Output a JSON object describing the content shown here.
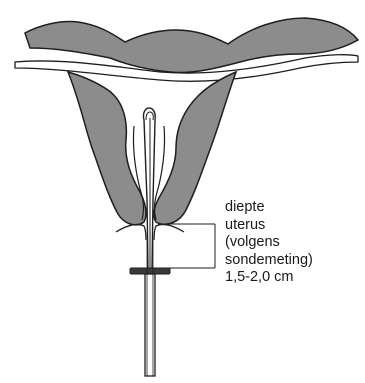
{
  "label": {
    "lines": [
      "diepte",
      "uterus",
      "(volgens",
      "sondemeting)",
      "1,5-2,0 cm"
    ]
  },
  "colors": {
    "fill": "#8c8c8c",
    "outline": "#1e1e1e",
    "background": "#ffffff",
    "text": "#1a1a1a"
  }
}
